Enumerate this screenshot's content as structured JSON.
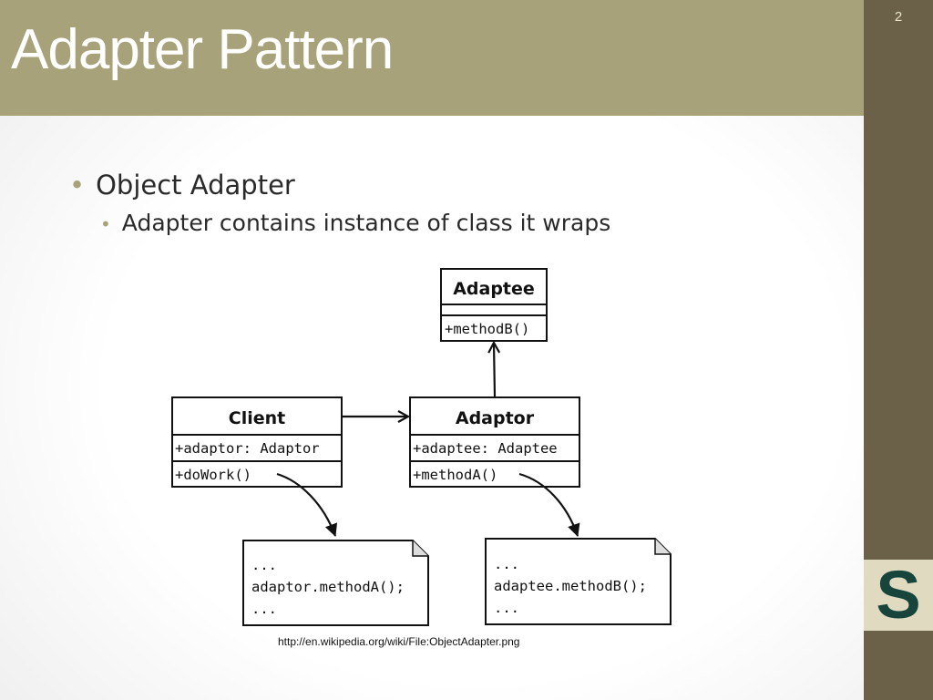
{
  "slide": {
    "number": "2",
    "title": "Adapter Pattern",
    "bullets": [
      {
        "text": "Object Adapter",
        "sub": [
          "Adapter contains instance of class it wraps"
        ]
      }
    ],
    "caption": "http://en.wikipedia.org/wiki/File:ObjectAdapter.png",
    "logo_letter": "S"
  },
  "diagram": {
    "adaptee": {
      "name": "Adaptee",
      "method": "+methodB()"
    },
    "client": {
      "name": "Client",
      "attribute": "+adaptor: Adaptor",
      "method": "+doWork()"
    },
    "adaptor": {
      "name": "Adaptor",
      "attribute": "+adaptee: Adaptee",
      "method": "+methodA()"
    },
    "client_note": [
      "...",
      "adaptor.methodA();",
      "..."
    ],
    "adaptor_note": [
      "...",
      "adaptee.methodB();",
      "..."
    ]
  },
  "colors": {
    "title_band": "#a8a27a",
    "side_bar": "#6a6148",
    "logo_green": "#18453b",
    "bullet": "#a8a27a"
  }
}
